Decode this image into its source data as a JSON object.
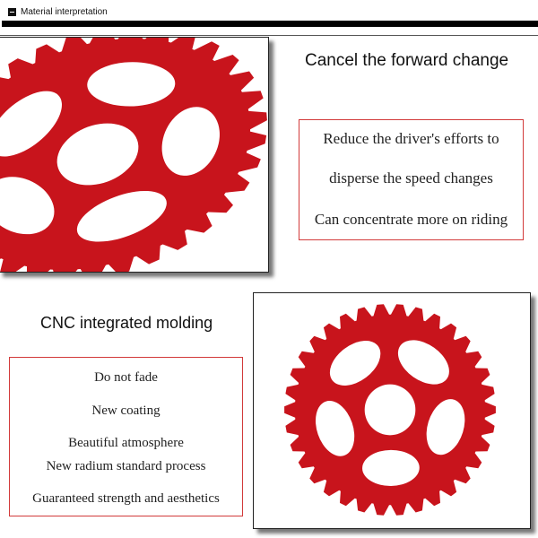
{
  "header": {
    "label": "Material interpretation"
  },
  "section1": {
    "title": "Cancel the forward change",
    "lines": [
      "Reduce the driver's efforts to",
      "disperse the speed changes",
      "Can concentrate more on riding"
    ]
  },
  "section2": {
    "title": "CNC integrated molding",
    "lines": [
      "Do not fade",
      "New coating",
      "Beautiful atmosphere",
      "New radium standard process",
      "Guaranteed strength and aesthetics"
    ]
  },
  "colors": {
    "product": "#c8141c",
    "accent_box": "#d23a3a"
  }
}
